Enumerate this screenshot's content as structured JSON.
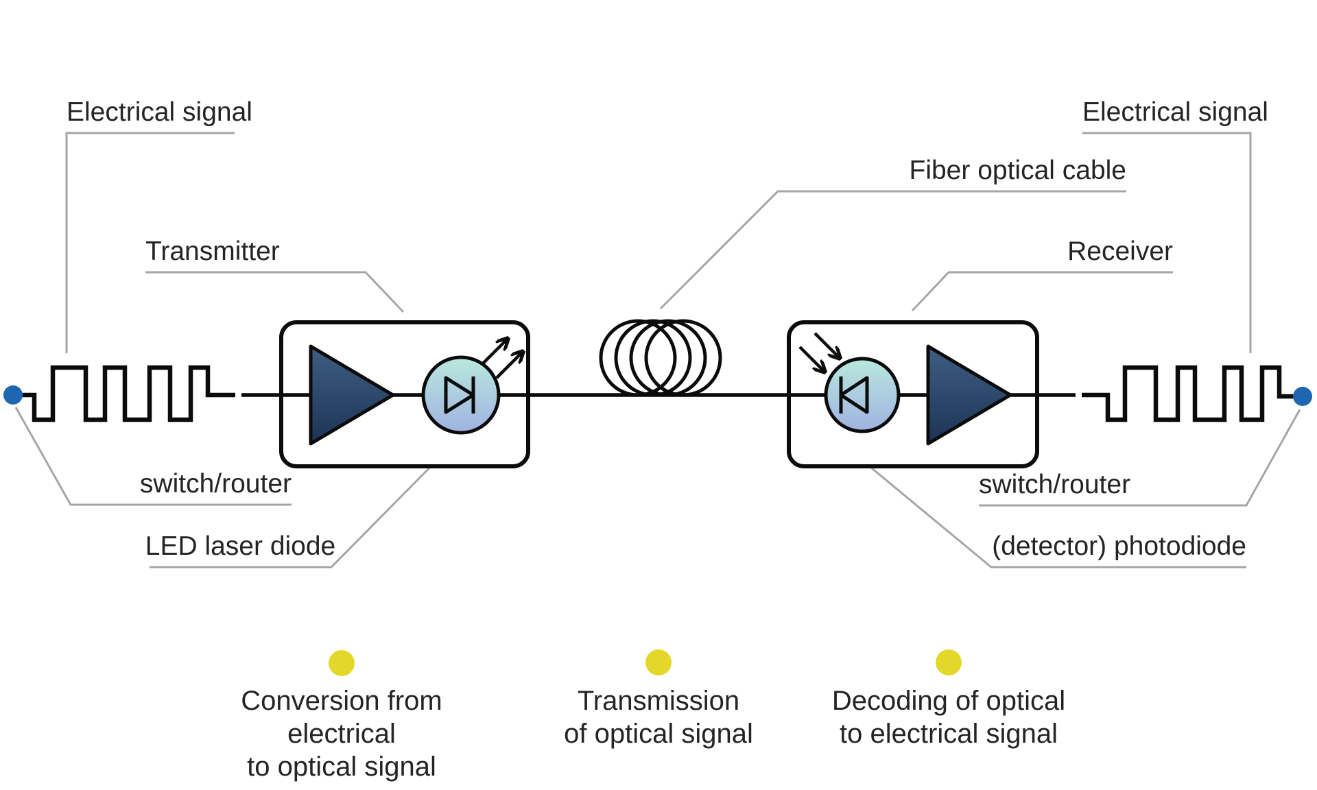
{
  "labels": {
    "electrical_signal_left": "Electrical signal",
    "transmitter": "Transmitter",
    "switch_router_left": "switch/router",
    "led_laser_diode": "LED laser diode",
    "fiber_optical_cable": "Fiber optical cable",
    "receiver": "Receiver",
    "switch_router_right": "switch/router",
    "detector_photodiode": "(detector) photodiode",
    "electrical_signal_right": "Electrical signal"
  },
  "captions": [
    {
      "line1": "Conversion from electrical",
      "line2": "to optical signal"
    },
    {
      "line1": "Transmission",
      "line2": "of optical signal"
    },
    {
      "line1": "Decoding of optical",
      "line2": "to electrical signal"
    }
  ],
  "icons": {
    "endpoint_dot_left": "blue-endpoint-dot",
    "endpoint_dot_right": "blue-endpoint-dot",
    "waveform_left": "square-wave-electrical-signal",
    "waveform_right": "square-wave-electrical-signal",
    "amplifier_transmitter": "amplifier-triangle",
    "amplifier_receiver": "amplifier-triangle",
    "led_diode": "led-laser-diode-circle",
    "photodiode": "photodiode-circle",
    "emission_arrows": "light-emission-arrows",
    "incident_arrows": "light-incident-arrows",
    "fiber_coil": "fiber-optic-coil",
    "step_markers": "yellow-step-dot"
  },
  "colors": {
    "endpoint_blue": "#1e67b0",
    "step_yellow": "#e3d829",
    "diagram_black": "#0b0b0b",
    "leader_gray": "#a6a6a6",
    "text_dark": "#242424",
    "amp_gradient_top": "#3f5e82",
    "amp_gradient_bottom": "#1c3456",
    "diode_gradient_top": "#b9e8de",
    "diode_gradient_bottom": "#a0b2e0",
    "box_fill": "#ffffff"
  }
}
